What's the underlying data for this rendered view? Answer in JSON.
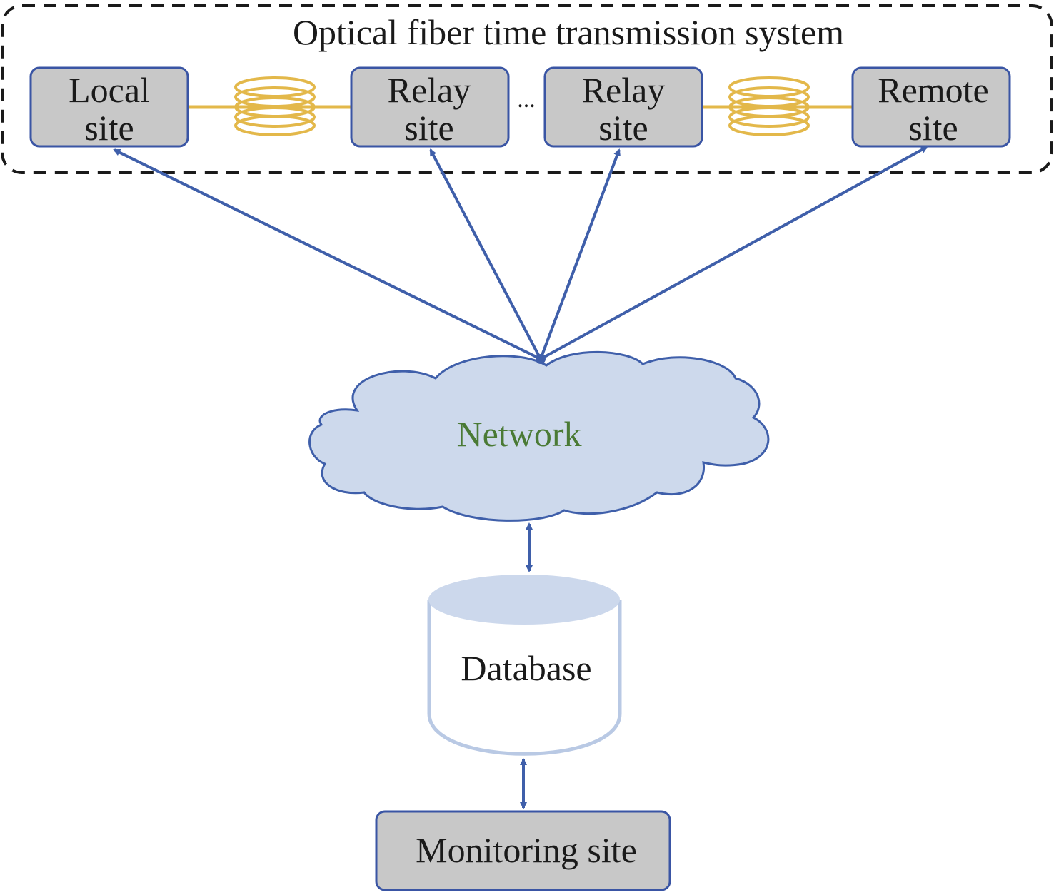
{
  "system": {
    "title": "Optical fiber time transmission system",
    "ellipsis": "...",
    "sites": [
      {
        "line1": "Local",
        "line2": "site"
      },
      {
        "line1": "Relay",
        "line2": "site"
      },
      {
        "line1": "Relay",
        "line2": "site"
      },
      {
        "line1": "Remote",
        "line2": "site"
      }
    ]
  },
  "network": {
    "label": "Network"
  },
  "database": {
    "label": "Database"
  },
  "monitoring": {
    "label": "Monitoring site"
  },
  "colors": {
    "box_fill": "#c8c8c8",
    "box_stroke": "#3a55a4",
    "arrow": "#3f5faa",
    "fiber": "#e3b84a",
    "cloud_fill": "#cdd9ec",
    "network_text": "#4a7a35",
    "db_fill": "#ccd8ec",
    "db_stroke": "#b9c9e4"
  }
}
